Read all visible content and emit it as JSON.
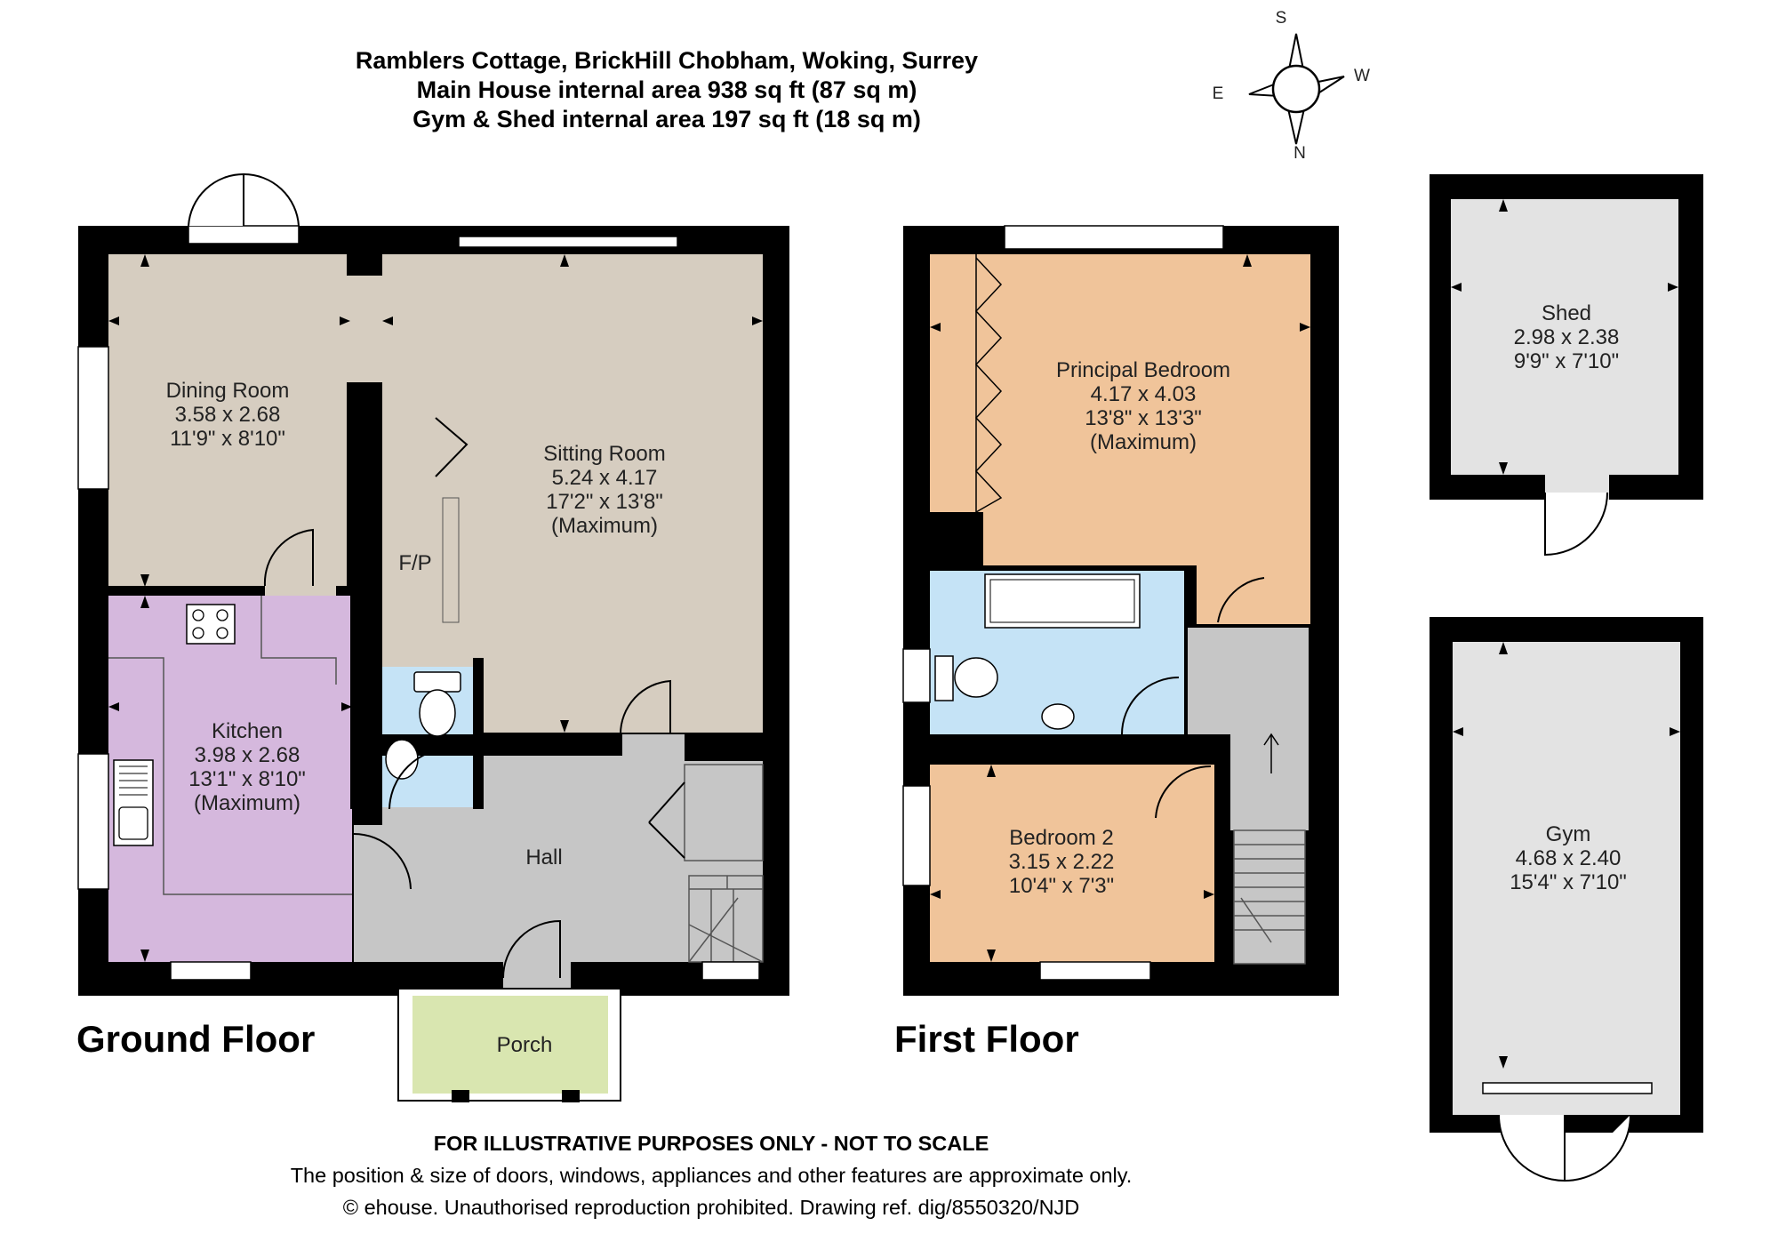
{
  "header": {
    "address": "Ramblers Cottage, BrickHill Chobham, Woking, Surrey",
    "main_house_area": "Main House internal area 938 sq ft (87 sq m)",
    "outbuildings_area": "Gym & Shed internal area 197 sq ft (18 sq m)"
  },
  "compass": {
    "south": "S",
    "west": "W",
    "east": "E",
    "north": "N"
  },
  "floors": {
    "ground_floor_label": "Ground Floor",
    "first_floor_label": "First Floor"
  },
  "rooms": {
    "dining_room": {
      "name": "Dining Room",
      "metric": "3.58 x 2.68",
      "imperial": "11'9\" x 8'10\""
    },
    "sitting_room": {
      "name": "Sitting Room",
      "metric": "5.24 x 4.17",
      "imperial": "17'2\" x 13'8\"",
      "note": "(Maximum)"
    },
    "kitchen": {
      "name": "Kitchen",
      "metric": "3.98 x 2.68",
      "imperial": "13'1\" x 8'10\"",
      "note": "(Maximum)"
    },
    "hall": {
      "name": "Hall"
    },
    "porch": {
      "name": "Porch"
    },
    "fireplace": {
      "name": "F/P"
    },
    "principal_bedroom": {
      "name": "Principal Bedroom",
      "metric": "4.17 x 4.03",
      "imperial": "13'8\" x 13'3\"",
      "note": "(Maximum)"
    },
    "bedroom_2": {
      "name": "Bedroom 2",
      "metric": "3.15 x 2.22",
      "imperial": "10'4\" x 7'3\""
    },
    "shed": {
      "name": "Shed",
      "metric": "2.98 x 2.38",
      "imperial": "9'9\" x 7'10\""
    },
    "gym": {
      "name": "Gym",
      "metric": "4.68 x 2.40",
      "imperial": "15'4\" x 7'10\""
    }
  },
  "colors": {
    "wall": "#000000",
    "living": "#d6cdc0",
    "kitchen": "#d5b8dd",
    "hall": "#c6c6c6",
    "porch": "#d9e6b0",
    "bedroom": "#f0c49a",
    "bathroom": "#c5e3f6",
    "outbuilding": "#e3e3e3",
    "appliance": "#ffffff"
  },
  "footer": {
    "disclaimer": "FOR ILLUSTRATIVE PURPOSES ONLY - NOT TO SCALE",
    "note": "The position & size of doors, windows, appliances and other features are approximate only.",
    "copyright": "© ehouse. Unauthorised reproduction prohibited. Drawing ref. dig/8550320/NJD"
  }
}
